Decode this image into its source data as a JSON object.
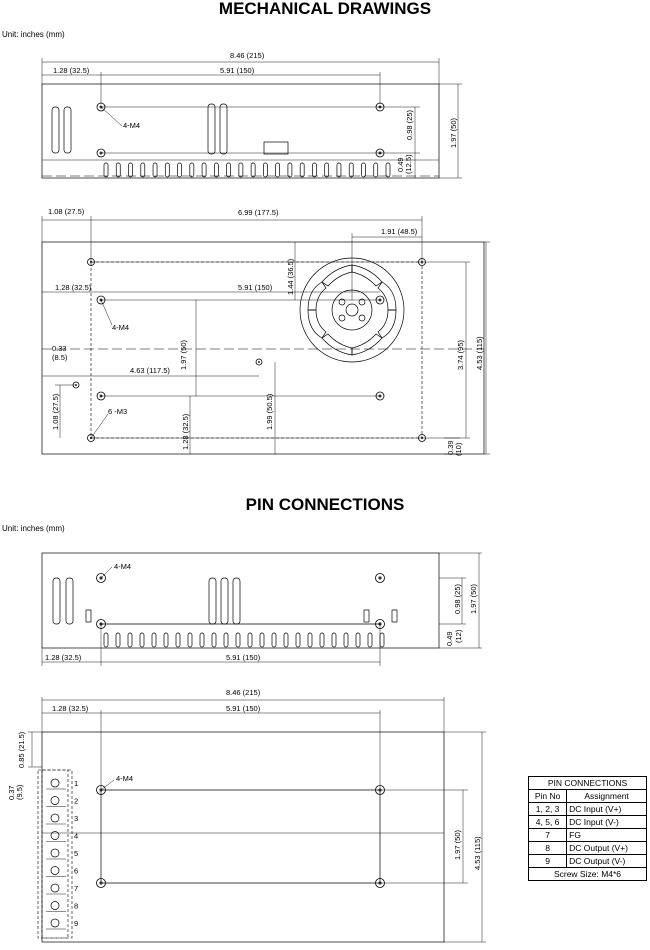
{
  "headings": {
    "mechanical": "MECHANICAL DRAWINGS",
    "pin_connections": "PIN CONNECTIONS",
    "unit": "Unit: inches (mm)"
  },
  "view1": {
    "overall": "8.46 (215)",
    "offset": "1.28 (32.5)",
    "spacing": "5.91 (150)",
    "height": "1.97 (50)",
    "hole_h": "0.98 (25)",
    "hole_base": "0.49",
    "hole_base_mm": "(12.5)",
    "screw": "4-M4"
  },
  "view2": {
    "left_offset": "1.08 (27.5)",
    "span": "6.99 (177.5)",
    "fan_offset": "1.91 (48.5)",
    "top_offset": "1.44 (36.5)",
    "offset": "1.28 (32.5)",
    "spacing": "5.91 (150)",
    "screw": "4-M4",
    "small_a": "0.33",
    "small_a_mm": "(8.5)",
    "vert_mid": "1.97 (50)",
    "mid_offset": "4.63 (117.5)",
    "side_a": "1.08 (27.5)",
    "screw2": "6 -M3",
    "low_a": "1.28 (32.5)",
    "low_b": "1.99 (50.5)",
    "height_in": "3.74 (95)",
    "height_total": "4.53 (115)",
    "base": "0.39",
    "base_mm": "(10)"
  },
  "view3": {
    "screw": "4-M4",
    "hole_h": "0.98 (25)",
    "height": "1.97 (50)",
    "base": "0.49",
    "base_mm": "(12)",
    "offset": "1.28 (32.5)",
    "spacing": "5.91 (150)"
  },
  "view4": {
    "overall": "8.46 (215)",
    "offset": "1.28 (32.5)",
    "spacing": "5.91 (150)",
    "top": "0.85 (21.5)",
    "pitch": "0.37",
    "pitch_mm": "(9.5)",
    "screw": "4-M4",
    "mid": "1.97 (50)",
    "total": "4.53 (115)",
    "pins": [
      "1",
      "2",
      "3",
      "4",
      "5",
      "6",
      "7",
      "8",
      "9"
    ]
  },
  "pin_table": {
    "title": "PIN CONNECTIONS",
    "col_pin": "Pin No",
    "col_assign": "Assignment",
    "rows": [
      {
        "pin": "1, 2, 3",
        "assign": "DC Input (V+)"
      },
      {
        "pin": "4, 5, 6",
        "assign": "DC Input (V-)"
      },
      {
        "pin": "7",
        "assign": "FG"
      },
      {
        "pin": "8",
        "assign": "DC Output (V+)"
      },
      {
        "pin": "9",
        "assign": "DC Output (V-)"
      }
    ],
    "screw": "Screw Size: M4*6"
  }
}
